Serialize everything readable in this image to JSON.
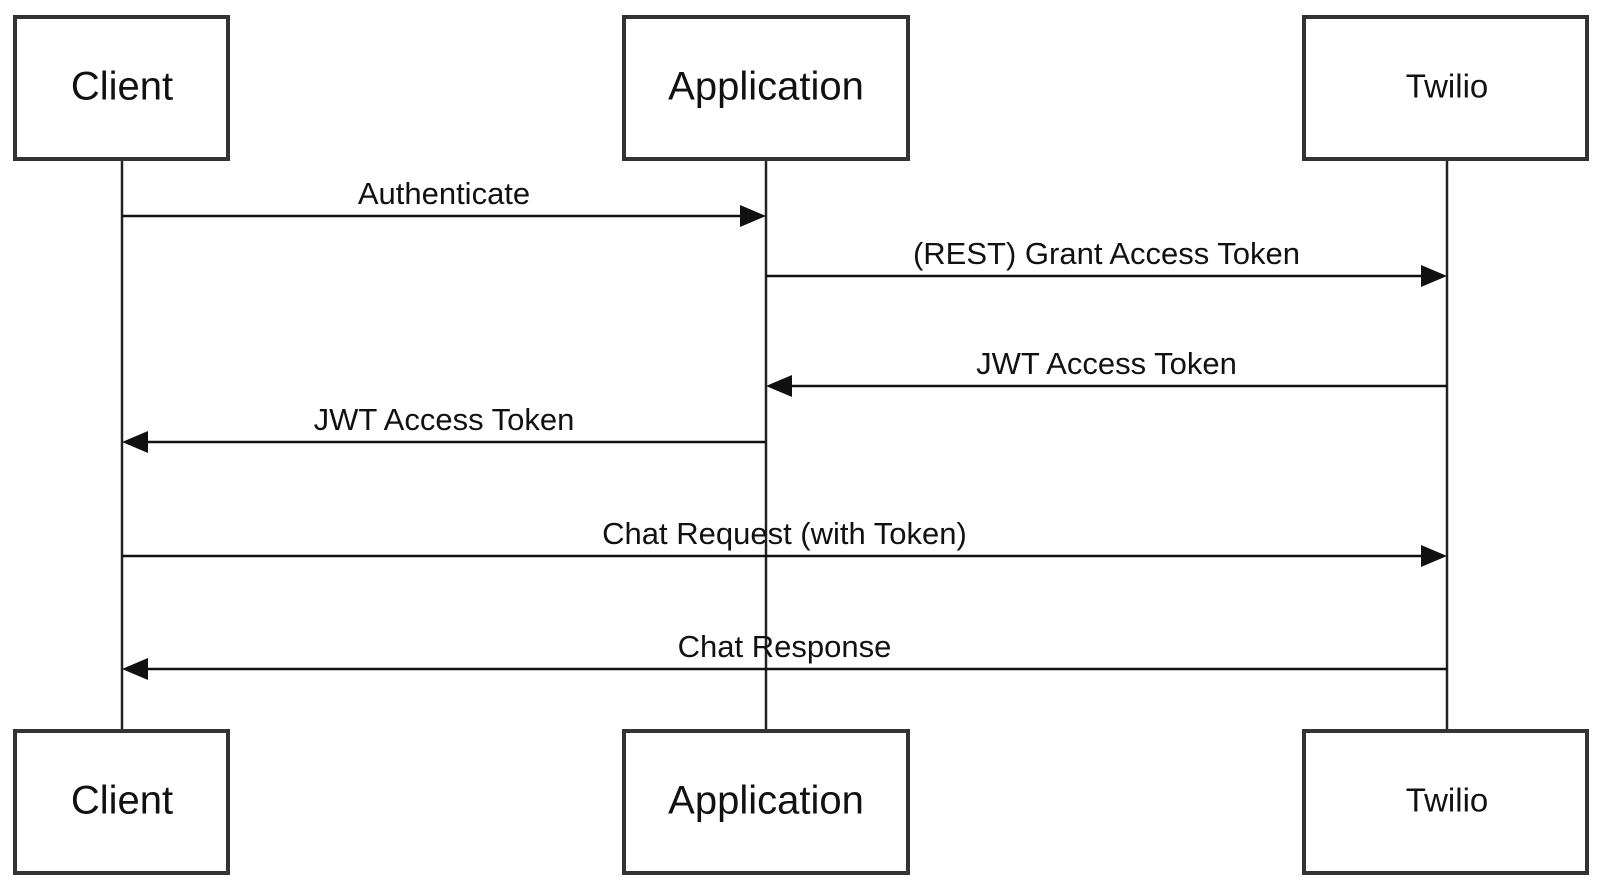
{
  "diagram": {
    "type": "sequence",
    "participants": [
      {
        "id": "client",
        "label": "Client"
      },
      {
        "id": "application",
        "label": "Application"
      },
      {
        "id": "twilio",
        "label": "Twilio"
      }
    ],
    "messages": [
      {
        "from": "client",
        "to": "application",
        "label": "Authenticate"
      },
      {
        "from": "application",
        "to": "twilio",
        "label": "(REST) Grant Access Token"
      },
      {
        "from": "twilio",
        "to": "application",
        "label": "JWT Access Token"
      },
      {
        "from": "application",
        "to": "client",
        "label": "JWT Access Token"
      },
      {
        "from": "client",
        "to": "twilio",
        "label": "Chat Request (with Token)"
      },
      {
        "from": "twilio",
        "to": "client",
        "label": "Chat Response"
      }
    ]
  }
}
